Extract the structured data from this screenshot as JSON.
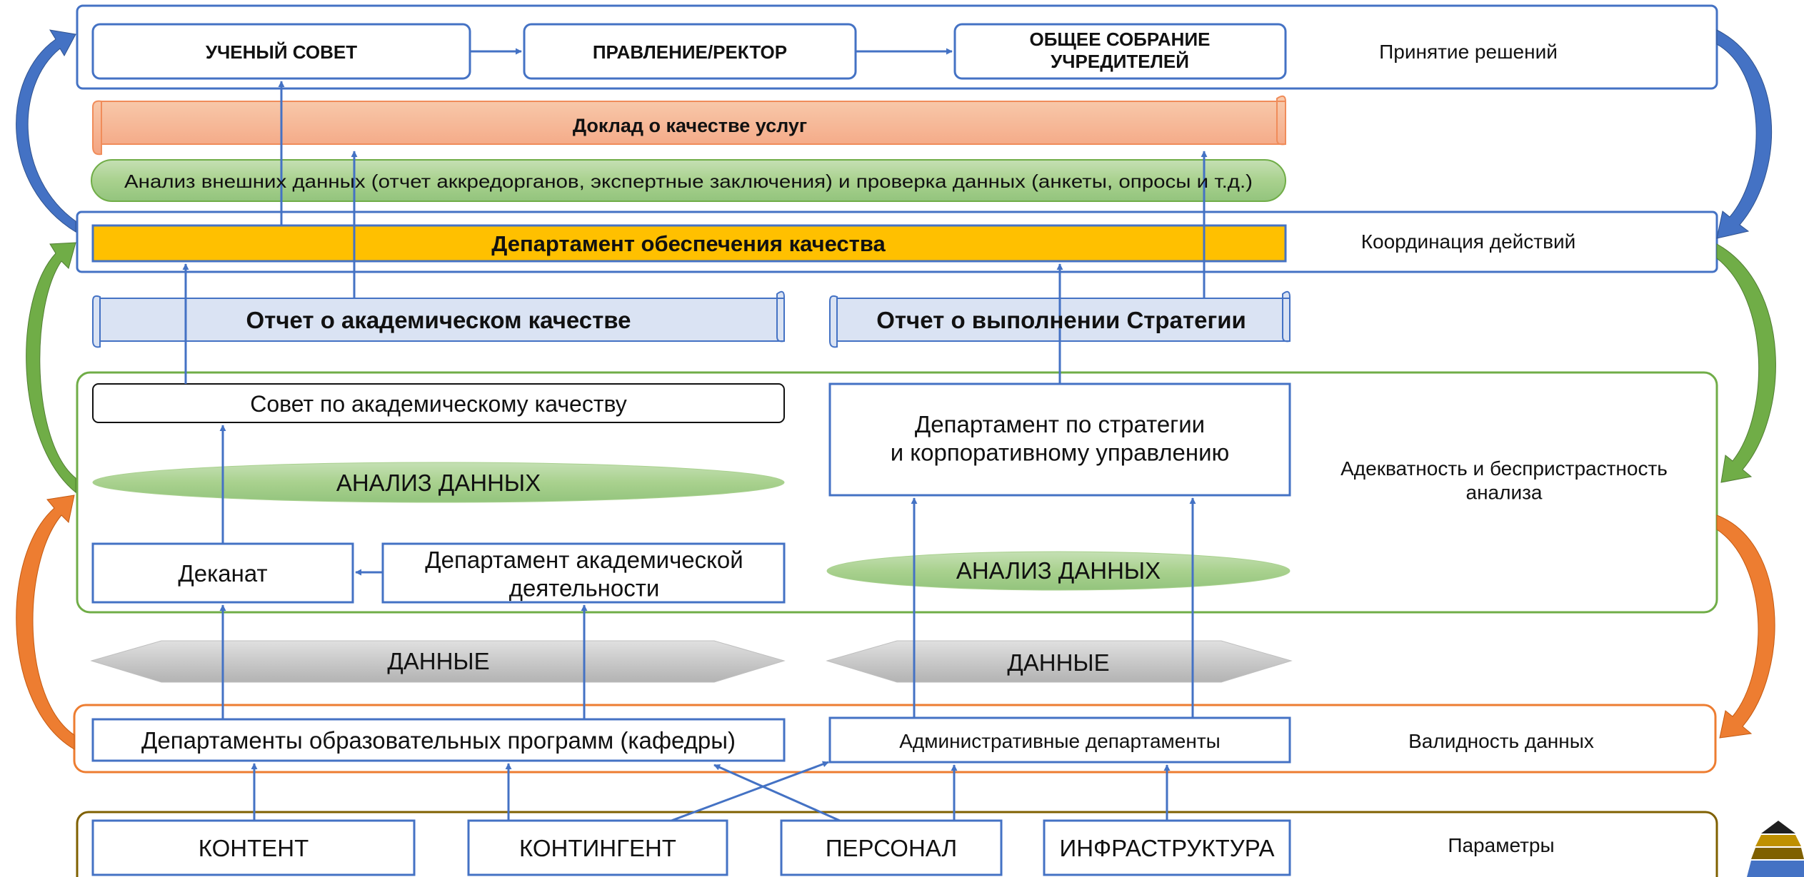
{
  "levels": {
    "decisions": "Принятие решений",
    "coordination": "Координация действий",
    "analysis": "Адекватность и беспристрастность анализа",
    "validity": "Валидность данных",
    "parameters": "Параметры"
  },
  "governance": {
    "academic_council": "УЧЕНЫЙ СОВЕТ",
    "board": "ПРАВЛЕНИЕ/РЕКТОР",
    "founders": "ОБЩЕЕ СОБРАНИЕ УЧРЕДИТЕЛЕЙ"
  },
  "quality_report": "Доклад о качестве услуг",
  "external_analysis": "Анализ внешних данных (отчет аккредорганов, экспертные заключения) и проверка данных (анкеты, опросы и т.д.)",
  "qa_department": "Департамент обеспечения качества",
  "reports": {
    "academic": "Отчет о академическом качестве",
    "strategy": "Отчет о выполнении Стратегии"
  },
  "analysis": {
    "academic_quality_council": "Совет по академическому качеству",
    "data_analysis_left": "АНАЛИЗ ДАННЫХ",
    "dean_office": "Деканат",
    "academic_affairs": "Департамент академической деятельности",
    "strategy_department": "Департамент по стратегии и корпоративному управлению",
    "data_analysis_right": "АНАЛИЗ ДАННЫХ"
  },
  "data_left": "ДАННЫЕ",
  "data_right": "ДАННЫЕ",
  "program_departments": "Департаменты образовательных программ (кафедры)",
  "admin_departments": "Административные департаменты",
  "parameters": {
    "content": "КОНТЕНТ",
    "contingent": "КОНТИНГЕНТ",
    "staff": "ПЕРСОНАЛ",
    "infrastructure": "ИНФРАСТРУКТУРА"
  },
  "colors": {
    "blue": "#4472c4",
    "green": "#70ad47",
    "orange": "#ed7d31",
    "olive": "#7f6000",
    "gold": "#ffc000",
    "salmon": "#f4b183",
    "light_blue": "#dae3f3",
    "light_green": "#a9d18e",
    "gray": "#bfbfbf"
  }
}
